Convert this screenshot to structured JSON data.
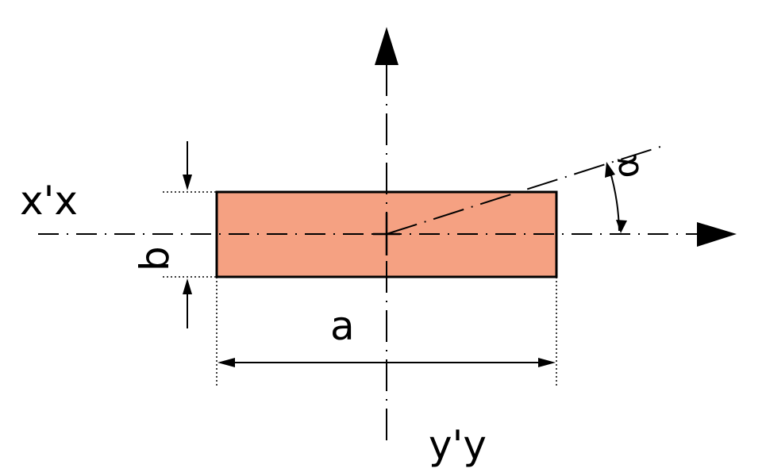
{
  "diagram": {
    "labels": {
      "x_axis": "x'x",
      "y_axis": "y'y",
      "width": "a",
      "height": "b",
      "angle": "α"
    },
    "colors": {
      "rectangle_fill": "#F5A182",
      "stroke": "#000000"
    }
  }
}
